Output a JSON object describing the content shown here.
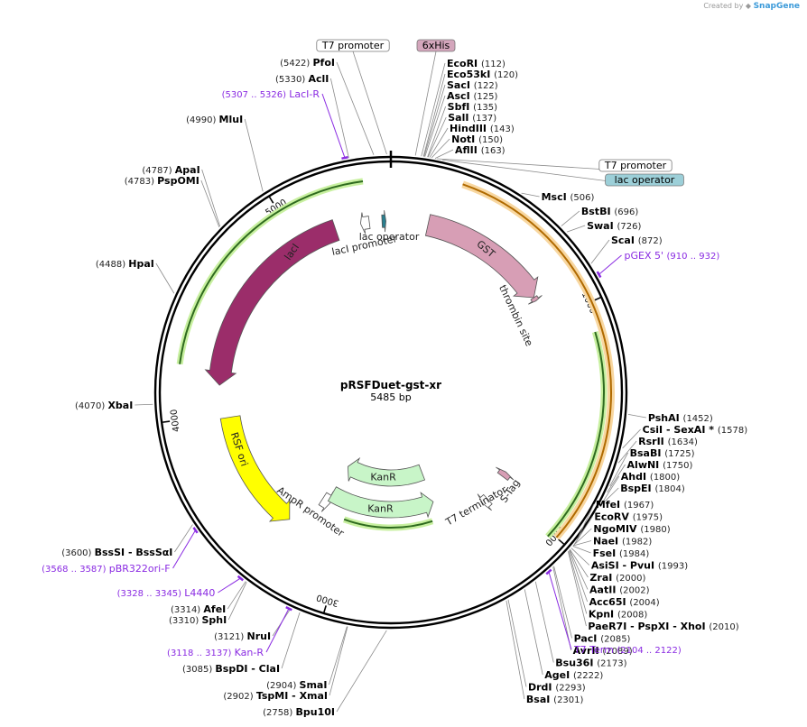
{
  "credit": {
    "prefix": "Created by",
    "brand": "SnapGene"
  },
  "plasmid": {
    "name": "pRSFDuet-gst-xr",
    "length": "5485 bp"
  },
  "ticks": [
    {
      "label": "1000",
      "bp": 1000
    },
    {
      "label": "2000",
      "bp": 2000
    },
    {
      "label": "3000",
      "bp": 3000
    },
    {
      "label": "4000",
      "bp": 4000
    },
    {
      "label": "5000",
      "bp": 5000
    }
  ],
  "sites_right": [
    {
      "name": "EcoRI",
      "pos": "(112)",
      "bp": 112
    },
    {
      "name": "Eco53kI",
      "pos": "(120)",
      "bp": 120
    },
    {
      "name": "SacI",
      "pos": "(122)",
      "bp": 122
    },
    {
      "name": "AscI",
      "pos": "(125)",
      "bp": 125
    },
    {
      "name": "SbfI",
      "pos": "(135)",
      "bp": 135
    },
    {
      "name": "SalI",
      "pos": "(137)",
      "bp": 137
    },
    {
      "name": "HindIII",
      "pos": "(143)",
      "bp": 143
    },
    {
      "name": "NotI",
      "pos": "(150)",
      "bp": 150
    },
    {
      "name": "AflII",
      "pos": "(163)",
      "bp": 163
    },
    {
      "name": "MscI",
      "pos": "(506)",
      "bp": 506
    },
    {
      "name": "BstBI",
      "pos": "(696)",
      "bp": 696
    },
    {
      "name": "SwaI",
      "pos": "(726)",
      "bp": 726
    },
    {
      "name": "ScaI",
      "pos": "(872)",
      "bp": 872
    },
    {
      "name": "PshAI",
      "pos": "(1452)",
      "bp": 1452
    },
    {
      "name": "CsiI - SexAI *",
      "pos": "(1578)",
      "bp": 1578
    },
    {
      "name": "RsrII",
      "pos": "(1634)",
      "bp": 1634
    },
    {
      "name": "BsaBI",
      "pos": "(1725)",
      "bp": 1725
    },
    {
      "name": "AlwNI",
      "pos": "(1750)",
      "bp": 1750
    },
    {
      "name": "AhdI",
      "pos": "(1800)",
      "bp": 1800
    },
    {
      "name": "BspEI",
      "pos": "(1804)",
      "bp": 1804
    },
    {
      "name": "MfeI",
      "pos": "(1967)",
      "bp": 1967
    },
    {
      "name": "EcoRV",
      "pos": "(1975)",
      "bp": 1975
    },
    {
      "name": "NgoMIV",
      "pos": "(1980)",
      "bp": 1980
    },
    {
      "name": "NaeI",
      "pos": "(1982)",
      "bp": 1982
    },
    {
      "name": "FseI",
      "pos": "(1984)",
      "bp": 1984
    },
    {
      "name": "AsiSI - PvuI",
      "pos": "(1993)",
      "bp": 1993
    },
    {
      "name": "ZraI",
      "pos": "(2000)",
      "bp": 2000
    },
    {
      "name": "AatII",
      "pos": "(2002)",
      "bp": 2002
    },
    {
      "name": "Acc65I",
      "pos": "(2004)",
      "bp": 2004
    },
    {
      "name": "KpnI",
      "pos": "(2008)",
      "bp": 2008
    },
    {
      "name": "PaeR7I - PspXI - XhoI",
      "pos": "(2010)",
      "bp": 2010
    },
    {
      "name": "PacI",
      "pos": "(2085)",
      "bp": 2085
    },
    {
      "name": "AvrII",
      "pos": "(2089)",
      "bp": 2089
    },
    {
      "name": "Bsu36I",
      "pos": "(2173)",
      "bp": 2173
    },
    {
      "name": "AgeI",
      "pos": "(2222)",
      "bp": 2222
    },
    {
      "name": "DrdI",
      "pos": "(2293)",
      "bp": 2293
    },
    {
      "name": "BsaI",
      "pos": "(2301)",
      "bp": 2301
    }
  ],
  "sites_left": [
    {
      "name": "PfoI",
      "pos": "(5422)",
      "bp": 5422
    },
    {
      "name": "AclI",
      "pos": "(5330)",
      "bp": 5330
    },
    {
      "name": "MluI",
      "pos": "(4990)",
      "bp": 4990
    },
    {
      "name": "ApaI",
      "pos": "(4787)",
      "bp": 4787
    },
    {
      "name": "PspOMI",
      "pos": "(4783)",
      "bp": 4783
    },
    {
      "name": "HpaI",
      "pos": "(4488)",
      "bp": 4488
    },
    {
      "name": "XbaI",
      "pos": "(4070)",
      "bp": 4070
    },
    {
      "name": "BssSI - BssSαI",
      "pos": "(3600)",
      "bp": 3600
    },
    {
      "name": "AfeI",
      "pos": "(3314)",
      "bp": 3314
    },
    {
      "name": "SphI",
      "pos": "(3310)",
      "bp": 3310
    },
    {
      "name": "NruI",
      "pos": "(3121)",
      "bp": 3121
    },
    {
      "name": "BspDI - ClaI",
      "pos": "(3085)",
      "bp": 3085
    },
    {
      "name": "SmaI",
      "pos": "(2904)",
      "bp": 2904
    },
    {
      "name": "TspMI - XmaI",
      "pos": "(2902)",
      "bp": 2902
    },
    {
      "name": "Bpu10I",
      "pos": "(2758)",
      "bp": 2758
    }
  ],
  "primers": [
    {
      "label": "LacI-R",
      "range": "(5307 .. 5326)",
      "bp": 5316
    },
    {
      "label": "pGEX 5'",
      "range": "(910 .. 932)",
      "bp": 921
    },
    {
      "label": "pBR322ori-F",
      "range": "(3568 .. 3587)",
      "bp": 3577
    },
    {
      "label": "L4440",
      "range": "(3328 .. 3345)",
      "bp": 3336
    },
    {
      "label": "Kan-R",
      "range": "(3118 .. 3137)",
      "bp": 3127
    },
    {
      "label": "T7 Term",
      "range": "(2104 .. 2122)",
      "bp": 2113
    }
  ],
  "boxed_labels": [
    {
      "label": "T7 promoter",
      "color": "#ffffff",
      "bp": 5470
    },
    {
      "label": "6xHis",
      "color": "#d4a6bc",
      "bp": 90
    },
    {
      "label": "T7 promoter",
      "color": "#ffffff",
      "bp": 170
    },
    {
      "label": "lac operator",
      "color": "#9ccfd8",
      "bp": 190
    }
  ],
  "features": [
    {
      "label": "lacI",
      "color": "#9b2d6a",
      "from_bp": 5200,
      "to_bp": 4150
    },
    {
      "label": "lacI promoter",
      "color": "#ffffff",
      "from_bp": 5375,
      "to_bp": 5330
    },
    {
      "label": "lac operator",
      "color": "#2a7f8f",
      "from_bp": 5440,
      "to_bp": 5460
    },
    {
      "label": "GST",
      "color": "#d79eb5",
      "from_bp": 190,
      "to_bp": 860
    },
    {
      "label": "thrombin site",
      "color": "#d79eb5",
      "from_bp": 860,
      "to_bp": 880
    },
    {
      "label": "S-Tag",
      "color": "#d79eb5",
      "from_bp": 1935,
      "to_bp": 1900
    },
    {
      "label": "T7 terminator",
      "color": "#ffffff",
      "from_bp": 2100,
      "to_bp": 2140
    },
    {
      "label": "RSF ori",
      "color": "#ffff00",
      "from_bp": 3980,
      "to_bp": 3330
    },
    {
      "label": "AmpR promoter",
      "color": "#ffffff",
      "from_bp": 3240,
      "to_bp": 3180
    },
    {
      "label": "KanR",
      "color": "#c8f5c8",
      "from_bp": 3200,
      "to_bp": 2420
    },
    {
      "label": "KanR",
      "color": "#c8f5c8",
      "from_bp": 2420,
      "to_bp": 3200
    }
  ]
}
